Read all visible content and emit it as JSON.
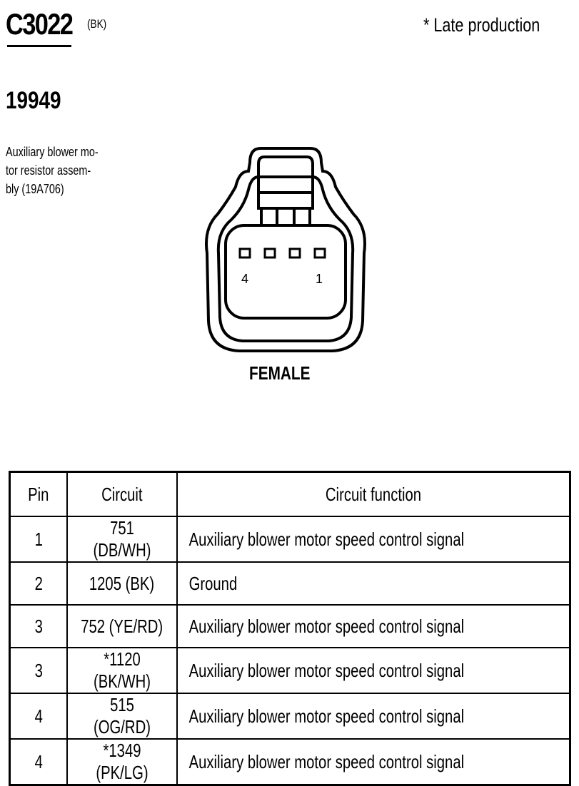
{
  "connector": {
    "id": "C3022",
    "color_code": "(BK)",
    "production_note": "* Late production"
  },
  "component": {
    "part_number": "19949",
    "description_lines": [
      "Auxiliary blower mo-",
      "tor resistor assem-",
      "bly (19A706)"
    ]
  },
  "diagram": {
    "gender": "FEMALE",
    "pin_label_left": "4",
    "pin_label_right": "1"
  },
  "table": {
    "headers": [
      "Pin",
      "Circuit",
      "Circuit function"
    ],
    "rows": [
      {
        "pin": "1",
        "circuit": "751 (DB/WH)",
        "function": "Auxiliary blower motor  speed control signal"
      },
      {
        "pin": "2",
        "circuit": "1205 (BK)",
        "function": "Ground"
      },
      {
        "pin": "3",
        "circuit": "752 (YE/RD)",
        "function": "Auxiliary blower motor  speed control signal"
      },
      {
        "pin": "3",
        "circuit": "*1120 (BK/WH)",
        "function": "Auxiliary blower motor  speed control signal"
      },
      {
        "pin": "4",
        "circuit": "515 (OG/RD)",
        "function": "Auxiliary blower motor  speed control signal"
      },
      {
        "pin": "4",
        "circuit": "*1349 (PK/LG)",
        "function": "Auxiliary blower motor  speed control signal"
      }
    ]
  }
}
